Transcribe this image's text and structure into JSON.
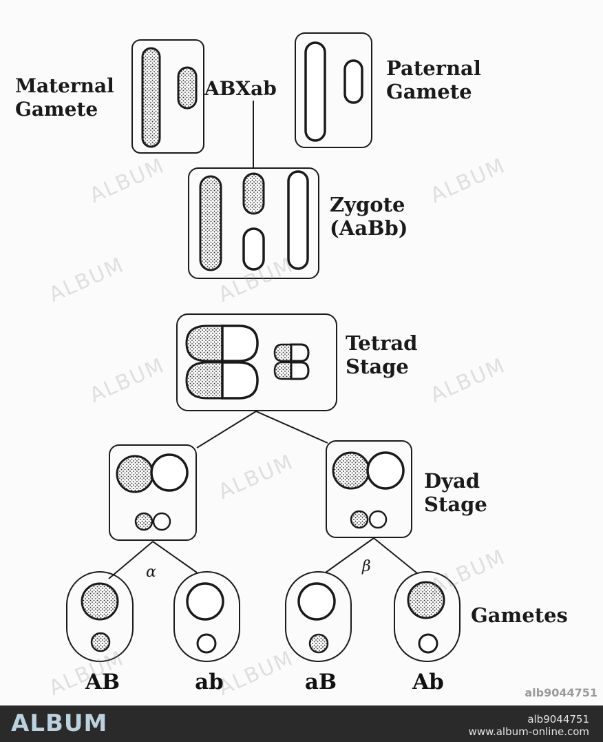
{
  "labels": {
    "maternal_gamete": "Maternal\nGamete",
    "cross": "ABXab",
    "paternal_gamete": "Paternal\nGamete",
    "zygote": "Zygote\n(AaBb)",
    "tetrad_stage": "Tetrad\nStage",
    "dyad_stage": "Dyad\nStage",
    "gametes": "Gametes",
    "alpha": "α",
    "beta": "β"
  },
  "gamete_genotypes": [
    "AB",
    "ab",
    "aB",
    "Ab"
  ],
  "watermark": {
    "text": "ALBUM",
    "stock_id": "alb9044751",
    "footer_brand": "ALBUM",
    "footer_id": "alb9044751",
    "footer_url": "www.album-online.com"
  },
  "colors": {
    "ink": "#1a1a1a",
    "paper": "#fbfbfb",
    "footer": "#2a2a2a",
    "brand": "#bcd1de"
  }
}
